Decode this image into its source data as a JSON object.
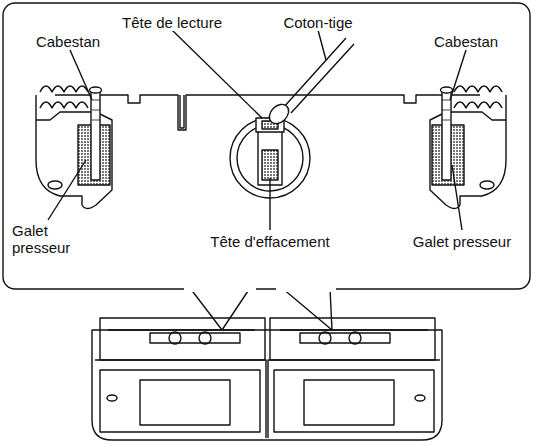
{
  "diagram": {
    "labels": [
      "Tête de lecture",
      "Coton-tige",
      "Cabestan",
      "Cabestan",
      "Galet presseur",
      "Tête d'effacement",
      "Galet presseur"
    ]
  }
}
